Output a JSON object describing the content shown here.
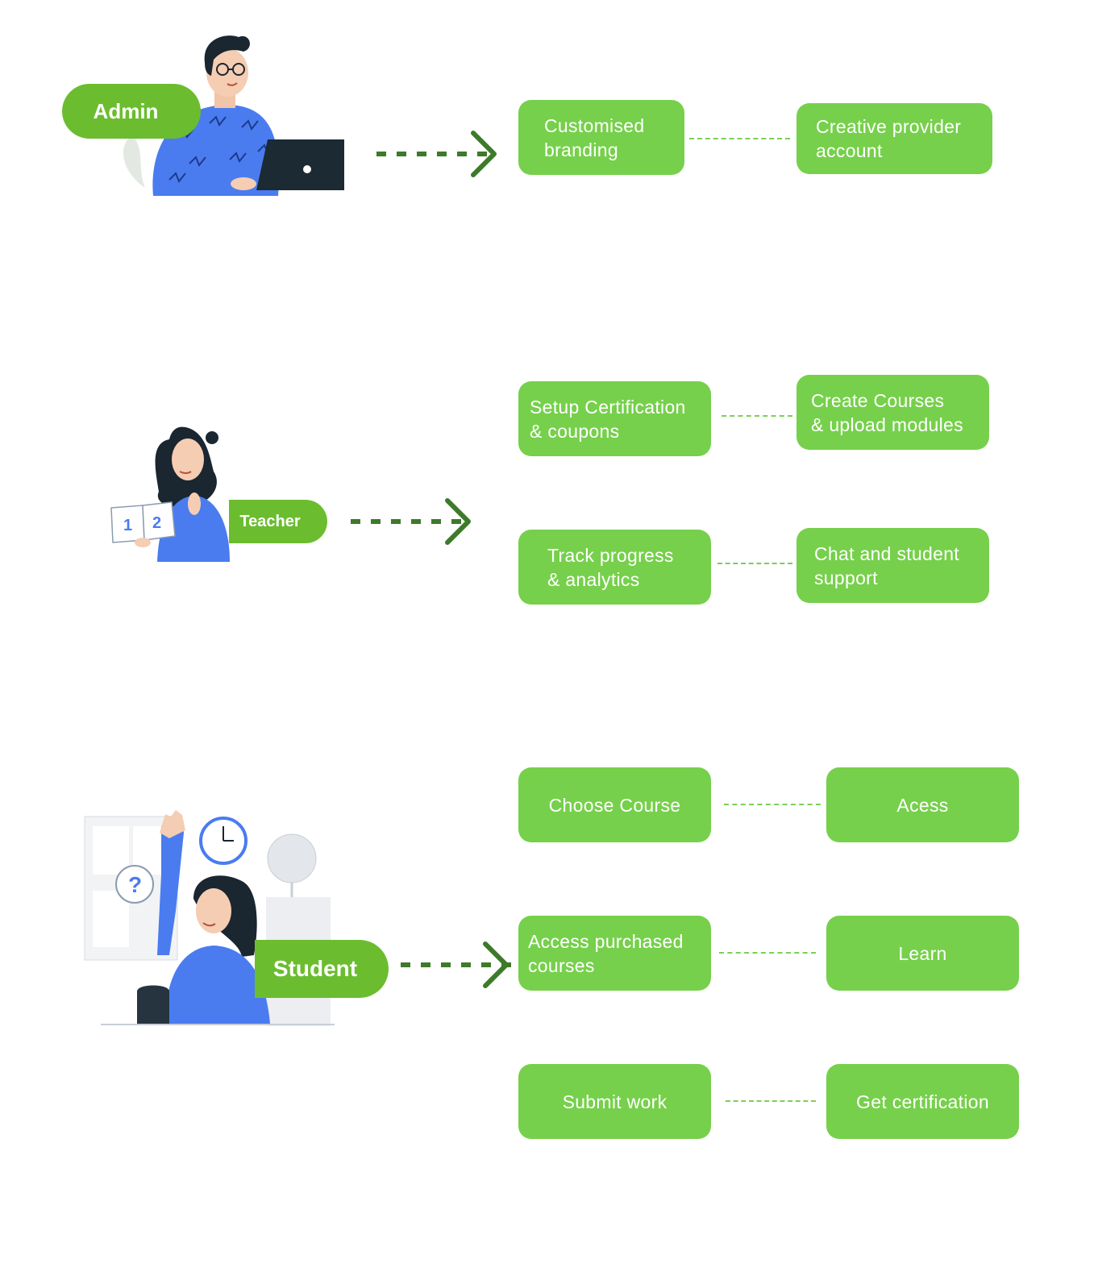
{
  "colors": {
    "box_fill": "#76d04b",
    "pill_fill": "#6bbd2f",
    "arrow": "#3d7a2a",
    "figure_shirt": "#4a7cf0",
    "hair": "#1a2630"
  },
  "admin": {
    "role_label": "Admin",
    "features": [
      "Customised\nbranding",
      "Creative provider\naccount"
    ]
  },
  "teacher": {
    "role_label": "Teacher",
    "book_pages": [
      "1",
      "2"
    ],
    "features": [
      "Setup Certification\n& coupons",
      "Create Courses\n& upload modules",
      "Track progress\n& analytics",
      "Chat and student\nsupport"
    ]
  },
  "student": {
    "role_label": "Student",
    "question_mark": "?",
    "features": [
      "Choose Course",
      "Acess",
      "Access purchased\ncourses",
      "Learn",
      "Submit work",
      "Get certification"
    ]
  }
}
